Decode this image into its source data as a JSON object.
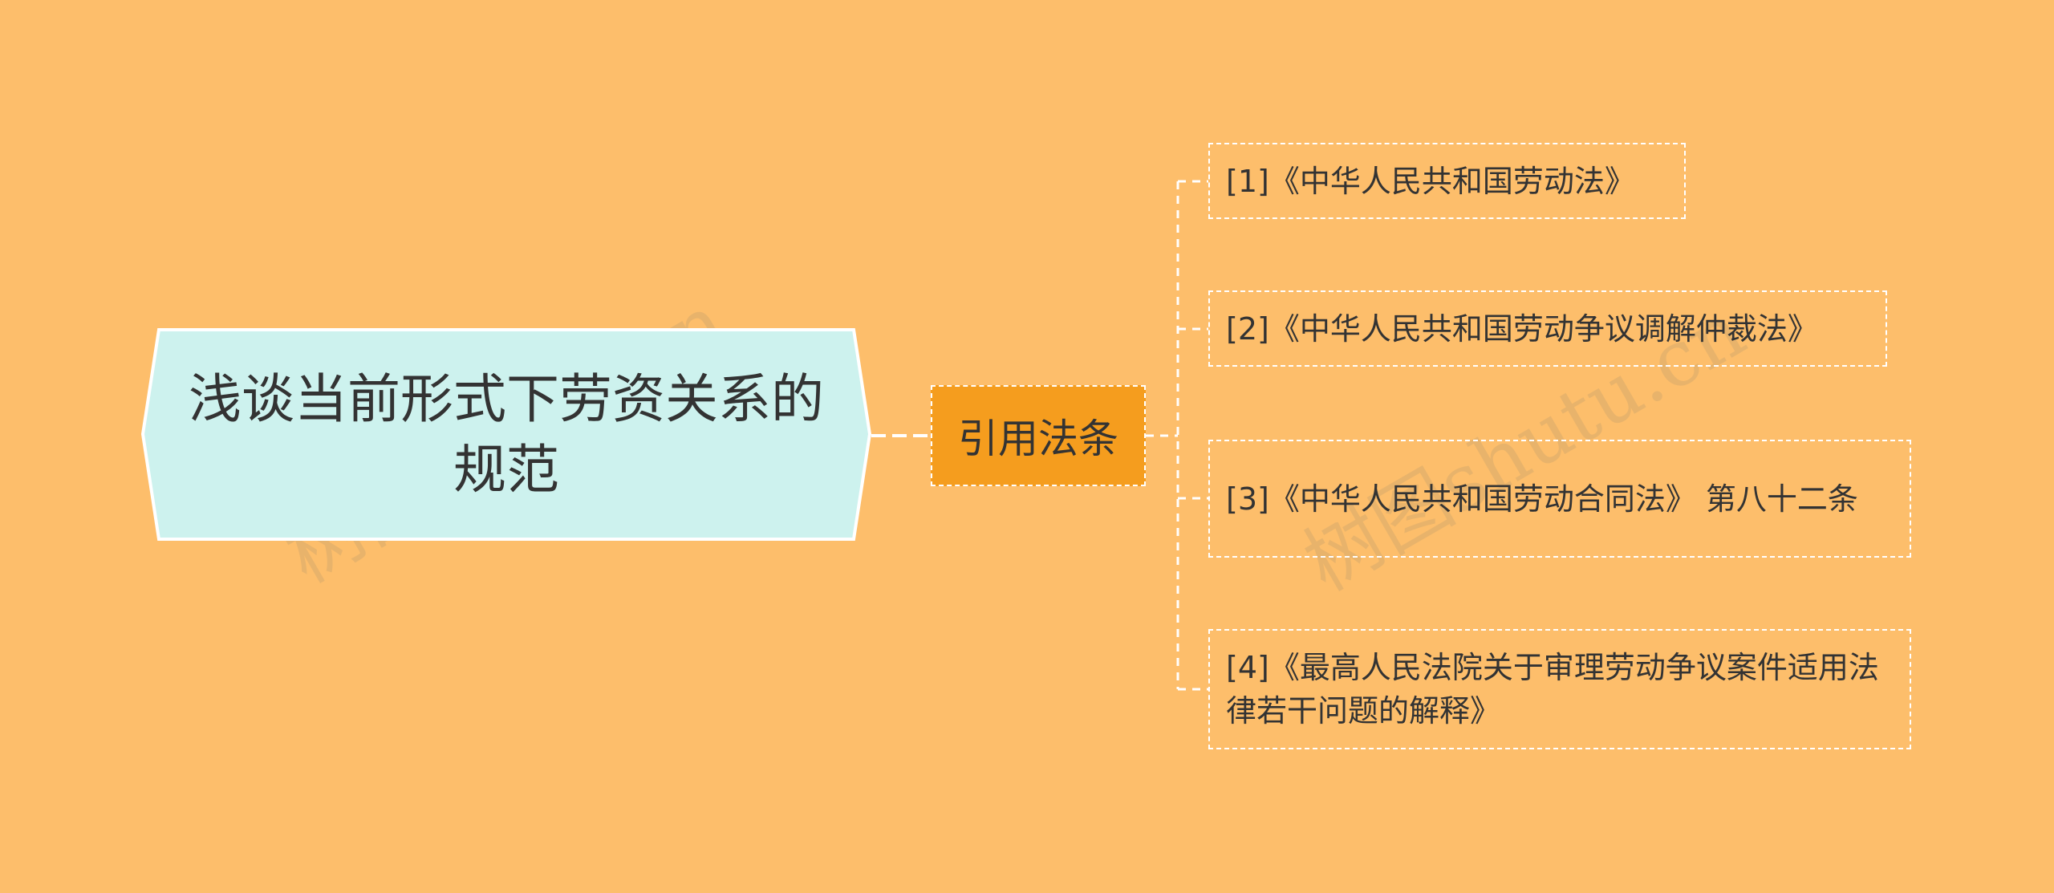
{
  "diagram": {
    "root": {
      "label": "浅谈当前形式下劳资关系的规范"
    },
    "branch": {
      "label": "引用法条"
    },
    "leaves": [
      {
        "label": "[1]《中华人民共和国劳动法》"
      },
      {
        "label": "[2]《中华人民共和国劳动争议调解仲裁法》"
      },
      {
        "label": "[3]《中华人民共和国劳动合同法》 第八十二条"
      },
      {
        "label": "[4]《最高人民法院关于审理劳动争议案件适用法律若干问题的解释》"
      }
    ]
  },
  "watermark": {
    "text": "树图shutu.cn"
  },
  "colors": {
    "background": "#FDBE6B",
    "root_fill": "#CDF2EE",
    "branch_fill": "#F59D1E",
    "connector": "#FFFFFF",
    "text": "#333333"
  }
}
